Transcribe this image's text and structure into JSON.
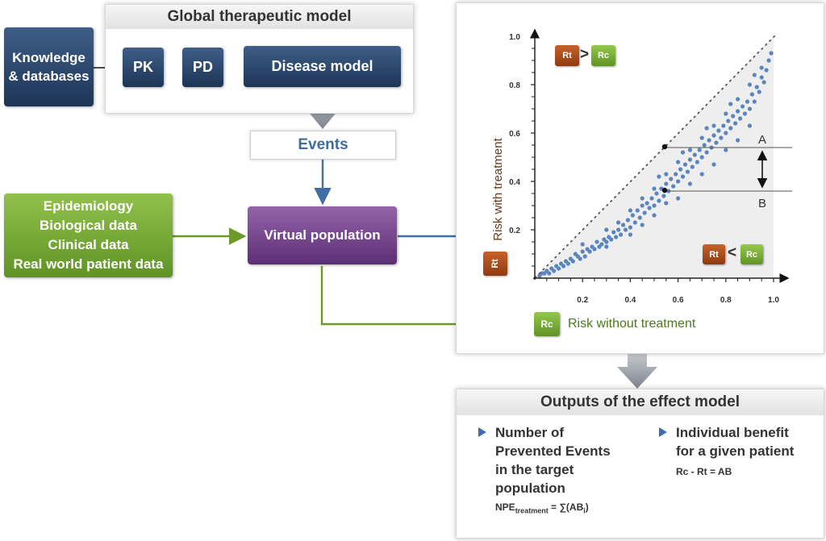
{
  "global_model": {
    "title": "Global therapeutic model",
    "pk": "PK",
    "pd": "PD",
    "disease_model": "Disease model"
  },
  "knowledge": "Knowledge\n& databases",
  "events": "Events",
  "data_sources": "Epidemiology\nBiological data\nClinical data\nReal world patient data",
  "virtual_population": "Virtual population",
  "chart_data": {
    "type": "scatter",
    "title": "",
    "xlabel": "Risk without treatment",
    "ylabel": "Risk with treatment",
    "xlim": [
      0,
      1
    ],
    "ylim": [
      0,
      1
    ],
    "x_ticks": [
      "0.2",
      "0.4",
      "0.6",
      "0.8",
      "1.0"
    ],
    "y_ticks": [
      "0.2",
      "0.4",
      "0.6",
      "0.8",
      "1.0"
    ],
    "diagonal": "y = x (dashed)",
    "series": [
      {
        "name": "",
        "color": "#5b86bd",
        "points": [
          [
            0.02,
            0.01
          ],
          [
            0.03,
            0.02
          ],
          [
            0.04,
            0.02
          ],
          [
            0.05,
            0.03
          ],
          [
            0.06,
            0.02
          ],
          [
            0.07,
            0.04
          ],
          [
            0.08,
            0.03
          ],
          [
            0.09,
            0.05
          ],
          [
            0.1,
            0.04
          ],
          [
            0.11,
            0.06
          ],
          [
            0.12,
            0.05
          ],
          [
            0.13,
            0.07
          ],
          [
            0.14,
            0.06
          ],
          [
            0.15,
            0.08
          ],
          [
            0.16,
            0.07
          ],
          [
            0.17,
            0.1
          ],
          [
            0.18,
            0.09
          ],
          [
            0.19,
            0.08
          ],
          [
            0.2,
            0.11
          ],
          [
            0.21,
            0.09
          ],
          [
            0.22,
            0.12
          ],
          [
            0.23,
            0.11
          ],
          [
            0.24,
            0.13
          ],
          [
            0.25,
            0.12
          ],
          [
            0.26,
            0.15
          ],
          [
            0.27,
            0.13
          ],
          [
            0.28,
            0.14
          ],
          [
            0.29,
            0.16
          ],
          [
            0.3,
            0.15
          ],
          [
            0.31,
            0.17
          ],
          [
            0.32,
            0.16
          ],
          [
            0.33,
            0.19
          ],
          [
            0.34,
            0.17
          ],
          [
            0.35,
            0.2
          ],
          [
            0.36,
            0.18
          ],
          [
            0.37,
            0.22
          ],
          [
            0.38,
            0.2
          ],
          [
            0.39,
            0.24
          ],
          [
            0.4,
            0.21
          ],
          [
            0.41,
            0.26
          ],
          [
            0.42,
            0.23
          ],
          [
            0.43,
            0.28
          ],
          [
            0.44,
            0.25
          ],
          [
            0.45,
            0.3
          ],
          [
            0.46,
            0.27
          ],
          [
            0.47,
            0.31
          ],
          [
            0.48,
            0.29
          ],
          [
            0.49,
            0.33
          ],
          [
            0.5,
            0.3
          ],
          [
            0.51,
            0.35
          ],
          [
            0.52,
            0.32
          ],
          [
            0.53,
            0.37
          ],
          [
            0.54,
            0.34
          ],
          [
            0.55,
            0.39
          ],
          [
            0.56,
            0.36
          ],
          [
            0.57,
            0.41
          ],
          [
            0.58,
            0.38
          ],
          [
            0.59,
            0.43
          ],
          [
            0.6,
            0.4
          ],
          [
            0.61,
            0.45
          ],
          [
            0.62,
            0.42
          ],
          [
            0.63,
            0.47
          ],
          [
            0.64,
            0.44
          ],
          [
            0.65,
            0.49
          ],
          [
            0.66,
            0.46
          ],
          [
            0.67,
            0.51
          ],
          [
            0.68,
            0.48
          ],
          [
            0.69,
            0.53
          ],
          [
            0.7,
            0.5
          ],
          [
            0.71,
            0.55
          ],
          [
            0.72,
            0.52
          ],
          [
            0.73,
            0.57
          ],
          [
            0.74,
            0.54
          ],
          [
            0.75,
            0.59
          ],
          [
            0.76,
            0.56
          ],
          [
            0.77,
            0.61
          ],
          [
            0.78,
            0.58
          ],
          [
            0.79,
            0.63
          ],
          [
            0.8,
            0.6
          ],
          [
            0.81,
            0.65
          ],
          [
            0.82,
            0.62
          ],
          [
            0.83,
            0.67
          ],
          [
            0.84,
            0.64
          ],
          [
            0.85,
            0.69
          ],
          [
            0.86,
            0.66
          ],
          [
            0.87,
            0.71
          ],
          [
            0.88,
            0.68
          ],
          [
            0.89,
            0.73
          ],
          [
            0.9,
            0.7
          ],
          [
            0.91,
            0.76
          ],
          [
            0.92,
            0.73
          ],
          [
            0.93,
            0.79
          ],
          [
            0.94,
            0.77
          ],
          [
            0.95,
            0.83
          ],
          [
            0.96,
            0.81
          ],
          [
            0.97,
            0.86
          ],
          [
            0.98,
            0.9
          ],
          [
            0.99,
            0.93
          ],
          [
            0.2,
            0.14
          ],
          [
            0.3,
            0.2
          ],
          [
            0.35,
            0.23
          ],
          [
            0.4,
            0.28
          ],
          [
            0.45,
            0.33
          ],
          [
            0.5,
            0.37
          ],
          [
            0.55,
            0.43
          ],
          [
            0.6,
            0.48
          ],
          [
            0.65,
            0.53
          ],
          [
            0.7,
            0.58
          ],
          [
            0.75,
            0.63
          ],
          [
            0.8,
            0.68
          ],
          [
            0.85,
            0.74
          ],
          [
            0.9,
            0.8
          ],
          [
            0.95,
            0.87
          ],
          [
            0.3,
            0.13
          ],
          [
            0.4,
            0.18
          ],
          [
            0.5,
            0.26
          ],
          [
            0.6,
            0.33
          ],
          [
            0.7,
            0.43
          ],
          [
            0.8,
            0.53
          ],
          [
            0.9,
            0.63
          ],
          [
            0.45,
            0.22
          ],
          [
            0.55,
            0.31
          ],
          [
            0.65,
            0.39
          ],
          [
            0.75,
            0.47
          ],
          [
            0.85,
            0.57
          ],
          [
            0.52,
            0.42
          ],
          [
            0.62,
            0.52
          ],
          [
            0.72,
            0.62
          ],
          [
            0.82,
            0.72
          ],
          [
            0.92,
            0.84
          ]
        ]
      }
    ],
    "highlight_points": [
      {
        "label": "A",
        "x": 0.55,
        "y": 0.54
      },
      {
        "label": "B",
        "x": 0.55,
        "y": 0.36
      }
    ],
    "annotations": {
      "a": "A",
      "b": "B",
      "rt": "Rt",
      "rc": "Rc",
      "gt": ">",
      "lt": "<"
    }
  },
  "outputs": {
    "title": "Outputs of the effect model",
    "item1": "Number of\nPrevented Events\nin the target\npopulation",
    "item1_formula_prefix": "NPE",
    "item1_formula_sub": "treatment",
    "item1_formula_suffix": " = ∑(AB",
    "item1_formula_sub2": "i",
    "item1_formula_end": ")",
    "item2": "Individual benefit\nfor a given patient",
    "item2_formula": "Rc - Rt = AB"
  },
  "colors": {
    "navy": "#1d3557",
    "green": "#6fa430",
    "purple": "#6b3a83",
    "blue_arrow": "#3f6fa6",
    "green_arrow": "#6b9a2a",
    "rt_chip": "#a84a18",
    "rc_chip": "#7ab33a"
  }
}
